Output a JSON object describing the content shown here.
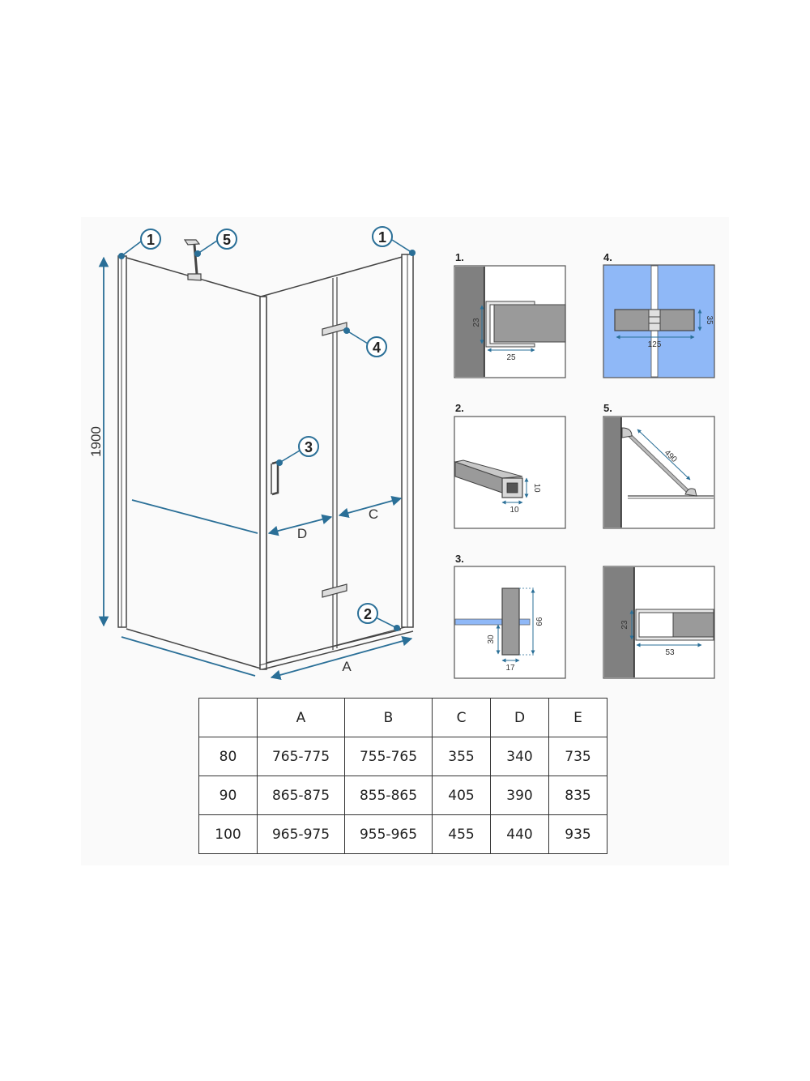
{
  "colors": {
    "accent": "#2a6f97",
    "glass": "#8fb8f7",
    "wall": "#808080",
    "frame": "#444444"
  },
  "main_view": {
    "callouts": [
      "1",
      "5",
      "1",
      "4",
      "3",
      "2"
    ],
    "dimensions": {
      "height": "1900",
      "A": "A",
      "C": "C",
      "D": "D"
    }
  },
  "details": [
    {
      "title": "1.",
      "dims": [
        "23",
        "25"
      ]
    },
    {
      "title": "4.",
      "dims": [
        "125",
        "35"
      ]
    },
    {
      "title": "2.",
      "dims": [
        "10",
        "10"
      ]
    },
    {
      "title": "5.",
      "dims": [
        "490"
      ]
    },
    {
      "title": "3.",
      "dims": [
        "66",
        "30",
        "17"
      ]
    },
    {
      "title": "",
      "dims": [
        "23",
        "53"
      ]
    }
  ],
  "table": {
    "headers": [
      "",
      "A",
      "B",
      "C",
      "D",
      "E"
    ],
    "rows": [
      [
        "80",
        "765-775",
        "755-765",
        "355",
        "340",
        "735"
      ],
      [
        "90",
        "865-875",
        "855-865",
        "405",
        "390",
        "835"
      ],
      [
        "100",
        "965-975",
        "955-965",
        "455",
        "440",
        "935"
      ]
    ]
  }
}
